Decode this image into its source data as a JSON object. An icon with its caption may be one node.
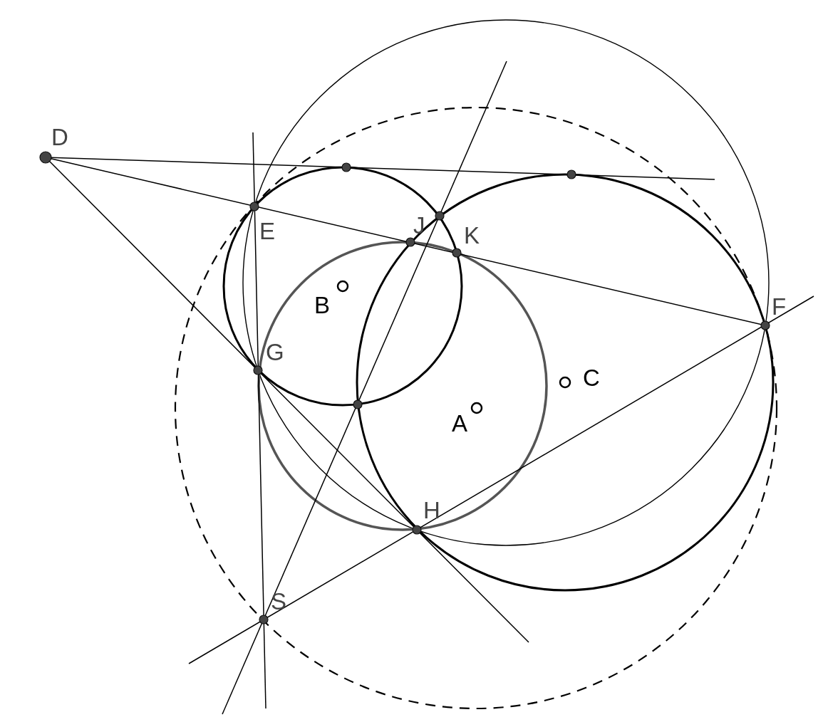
{
  "diagram": {
    "labels": [
      "D",
      "E",
      "J",
      "K",
      "B",
      "F",
      "G",
      "C",
      "A",
      "H",
      "S"
    ]
  }
}
